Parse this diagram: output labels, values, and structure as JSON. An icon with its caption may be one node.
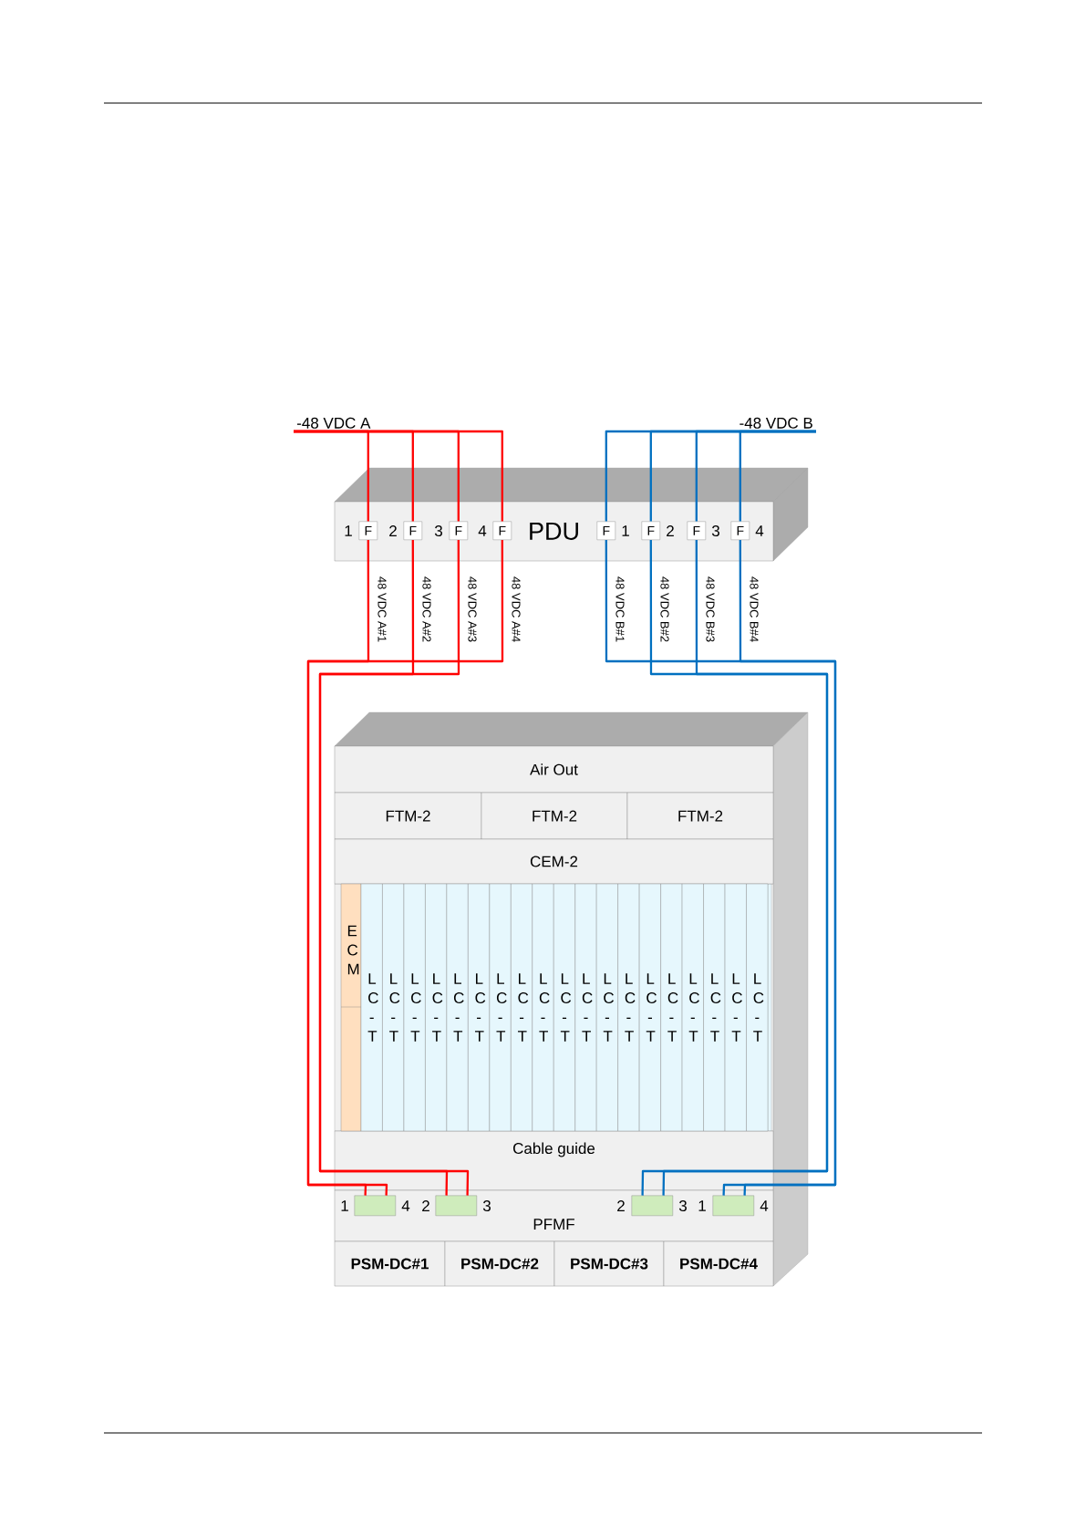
{
  "diagram": {
    "nodes": [
      {
        "text": [
          "-48 VDC A"
        ]
      },
      {
        "text": [
          "-48 VDC B"
        ]
      },
      {
        "text": [
          "PDU"
        ]
      },
      {
        "text": [
          "F"
        ],
        "in": 2
      },
      {
        "text": [
          "F"
        ],
        "in": 2
      },
      {
        "text": [
          "F"
        ],
        "in": 2
      },
      {
        "text": [
          "F"
        ],
        "in": 2
      },
      {
        "text": [
          "F"
        ],
        "in": 2
      },
      {
        "text": [
          "F"
        ],
        "in": 2
      },
      {
        "text": [
          "F"
        ],
        "in": 2
      },
      {
        "text": [
          "F"
        ],
        "in": 2
      },
      {
        "text": [
          "Air Out"
        ]
      },
      {
        "text": [
          "FTM-2"
        ]
      },
      {
        "text": [
          "FTM-2"
        ]
      },
      {
        "text": [
          "FTM-2"
        ]
      },
      {
        "text": [
          "CEM-2"
        ]
      },
      {
        "text": [
          "E C M"
        ]
      },
      {
        "text": [
          "L C - T"
        ]
      },
      {
        "text": [
          "L C - T"
        ]
      },
      {
        "text": [
          "L C - T"
        ]
      },
      {
        "text": [
          "L C - T"
        ]
      },
      {
        "text": [
          "L C - T"
        ]
      },
      {
        "text": [
          "L C - T"
        ]
      },
      {
        "text": [
          "L C - T"
        ]
      },
      {
        "text": [
          "L C - T"
        ]
      },
      {
        "text": [
          "L C - T"
        ]
      },
      {
        "text": [
          "L C - T"
        ]
      },
      {
        "text": [
          "L C - T"
        ]
      },
      {
        "text": [
          "L C - T"
        ]
      },
      {
        "text": [
          "L C - T"
        ]
      },
      {
        "text": [
          "L C - T"
        ]
      },
      {
        "text": [
          "L C - T"
        ]
      },
      {
        "text": [
          "L C - T"
        ]
      },
      {
        "text": [
          "L C - T"
        ]
      },
      {
        "text": [
          "L C - T"
        ]
      },
      {
        "text": [
          "L C - T"
        ]
      },
      {
        "text": [
          "Cable guide"
        ]
      },
      {
        "text": [
          "PFMF"
        ]
      },
      {
        "text": [],
        "shape": "box",
        "in": 37
      },
      {
        "text": [],
        "shape": "box",
        "in": 37
      },
      {
        "text": [],
        "shape": "box",
        "in": 37
      },
      {
        "text": [],
        "shape": "box",
        "in": 37
      },
      {
        "text": [
          "PSM-DC#1"
        ]
      },
      {
        "text": [
          "PSM-DC#2"
        ]
      },
      {
        "text": [
          "PSM-DC#3"
        ]
      },
      {
        "text": [
          "PSM-DC#4"
        ]
      }
    ],
    "edges": [
      {
        "from": 0,
        "to": 3,
        "arrow": "none",
        "color": "#ff0000"
      },
      {
        "from": 0,
        "to": 4,
        "arrow": "none",
        "color": "#ff0000"
      },
      {
        "from": 0,
        "to": 5,
        "arrow": "none",
        "color": "#ff0000"
      },
      {
        "from": 0,
        "to": 6,
        "arrow": "none",
        "color": "#ff0000"
      },
      {
        "from": 1,
        "to": 7,
        "arrow": "none",
        "color": "#0070c0"
      },
      {
        "from": 1,
        "to": 8,
        "arrow": "none",
        "color": "#0070c0"
      },
      {
        "from": 1,
        "to": 9,
        "arrow": "none",
        "color": "#0070c0"
      },
      {
        "from": 1,
        "to": 10,
        "arrow": "none",
        "color": "#0070c0"
      },
      {
        "from": 3,
        "to": 38,
        "arrow": "none",
        "color": "#ff0000"
      },
      {
        "from": 6,
        "to": 38,
        "arrow": "none",
        "color": "#ff0000"
      },
      {
        "from": 4,
        "to": 39,
        "arrow": "none",
        "color": "#ff0000"
      },
      {
        "from": 5,
        "to": 39,
        "arrow": "none",
        "color": "#ff0000"
      },
      {
        "from": 7,
        "to": 41,
        "arrow": "none",
        "color": "#0070c0"
      },
      {
        "from": 10,
        "to": 41,
        "arrow": "none",
        "color": "#0070c0"
      },
      {
        "from": 8,
        "to": 40,
        "arrow": "none",
        "color": "#0070c0"
      },
      {
        "from": 9,
        "to": 40,
        "arrow": "none",
        "color": "#0070c0"
      }
    ],
    "labels": [
      "1",
      "2",
      "3",
      "4",
      "1",
      "2",
      "3",
      "4",
      "48 VDC A#1",
      "48 VDC A#2",
      "48 VDC A#3",
      "48 VDC A#4",
      "48 VDC B#1",
      "48 VDC B#2",
      "48 VDC B#3",
      "48 VDC B#4",
      "1",
      "4",
      "2",
      "3",
      "2",
      "3",
      "1",
      "4"
    ]
  }
}
